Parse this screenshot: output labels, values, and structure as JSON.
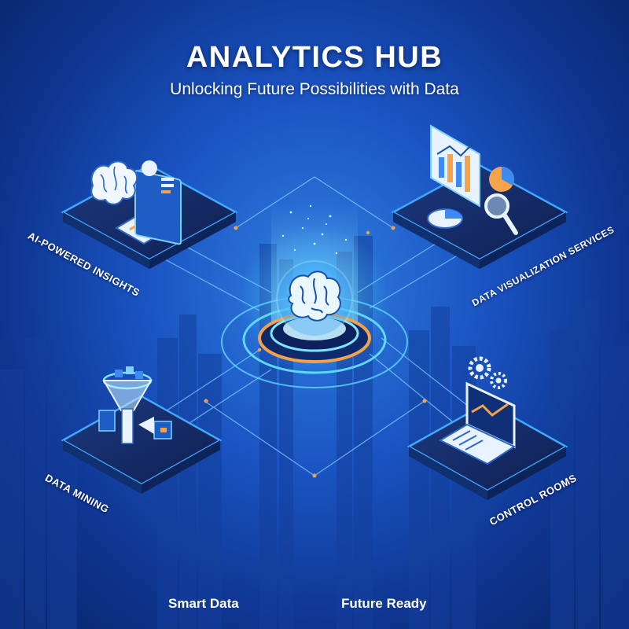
{
  "header": {
    "title": "ANALYTICS HUB",
    "subtitle": "Unlocking Future Possibilities with Data"
  },
  "platforms": [
    {
      "label": "AI-POWERED INSIGHTS",
      "icon": "brain-dashboard-icon"
    },
    {
      "label": "DATA VISUALIZATION SERVICES",
      "icon": "bar-chart-magnifier-icon"
    },
    {
      "label": "DATA MINING",
      "icon": "data-funnel-icon"
    },
    {
      "label": "CONTROL ROOMS",
      "icon": "laptop-gears-icon"
    }
  ],
  "center": {
    "icon": "brain-hologram-icon"
  },
  "footer": {
    "left": "Smart Data",
    "right": "Future Ready"
  },
  "colors": {
    "background": "#1a54c2",
    "accent_cyan": "#5fd8ff",
    "accent_orange": "#f4a24c",
    "platform_top": "#16285c",
    "platform_edge": "#3fa8ff"
  }
}
